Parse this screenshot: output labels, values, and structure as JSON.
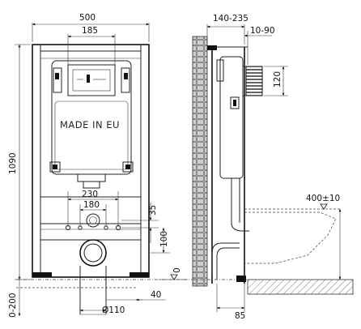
{
  "front_view": {
    "width_label": "500",
    "height_label": "1090",
    "flush_plate_width_label": "185",
    "marking": "MADE IN EU",
    "fixing_spacing_label": "230",
    "outlet_spacing_label": "180",
    "outlet_offset_label": "35",
    "outlet_height_label": "100",
    "floor_zero_label": "0",
    "floor_range_label": "0-200",
    "pipe_offset_label": "40",
    "pipe_diameter_label": "Ø110"
  },
  "side_view": {
    "depth_range_label": "140-235",
    "cistern_offset_label": "10-90",
    "flush_box_height_label": "120",
    "bowl_height_label": "400±10",
    "drain_offset_label": "85"
  },
  "colors": {
    "line": "#222222",
    "brick": "#7a7a7a",
    "hatch": "#555555"
  }
}
